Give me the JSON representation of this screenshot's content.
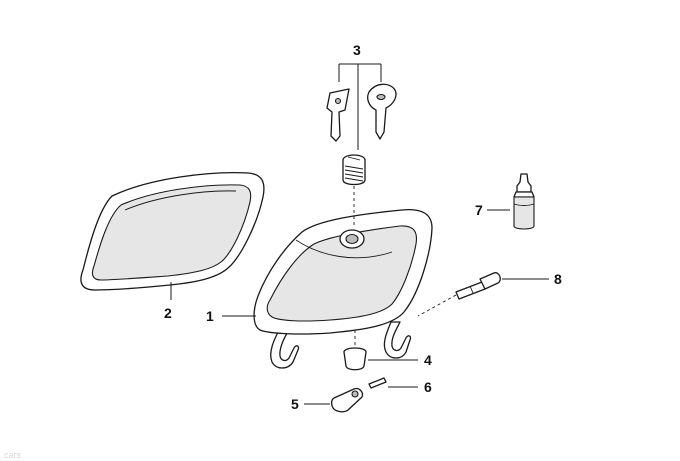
{
  "callouts": {
    "c1": "1",
    "c2": "2",
    "c3": "3",
    "c4": "4",
    "c5": "5",
    "c6": "6",
    "c7": "7",
    "c8": "8"
  },
  "watermark": "cars"
}
